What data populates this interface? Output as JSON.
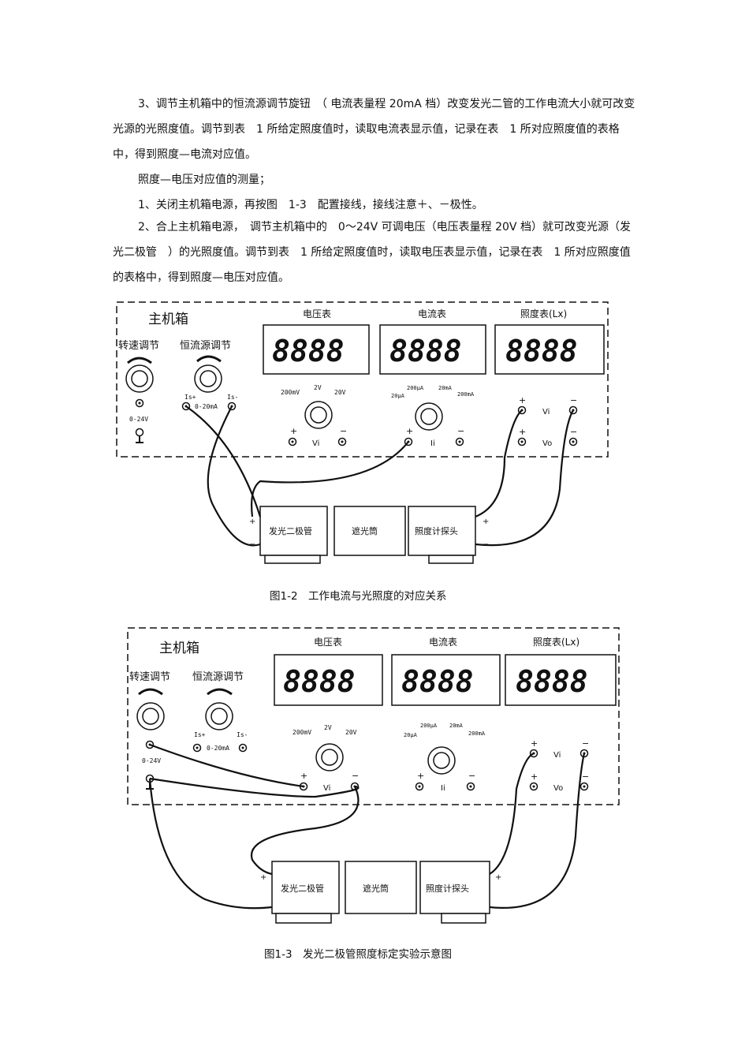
{
  "text": {
    "para1": "3、调节主机箱中的恒流源调节旋钮　（ 电流表量程 20mA 档）改变发光二管的工作电流大小就可改变光源的光照度值。调节到表　1 所给定照度值时，读取电流表显示值，记录在表　1 所对应照度值的表格中，得到照度—电流对应值。",
    "para2": "照度—电压对应值的测量；",
    "para3": "1、关闭主机箱电源，再按图　1-3　配置接线，接线注意＋、－极性。",
    "para4": "2、合上主机箱电源，　调节主机箱中的　0～24V 可调电压（电压表量程 20V 档）就可改变光源（发光二极管　）的光照度值。调节到表　1 所给定照度值时，读取电压表显示值，记录在表　1 所对应照度值的表格中，得到照度—电压对应值。"
  },
  "figure1": {
    "caption": "图1-2　工作电流与光照度的对应关系",
    "box_title": "主机箱",
    "knob1_label": "转速调节",
    "knob2_label": "恒流源调节",
    "meter_voltage": "电压表",
    "meter_current": "电流表",
    "meter_lux": "照度表(Lx)",
    "display_digits": "8888",
    "v_range_200mv": "200mV",
    "v_range_2v": "2V",
    "v_range_20v": "20V",
    "i_range_200ua": "200μA",
    "i_range_20ma": "20mA",
    "i_range_20ua": "20μA",
    "i_range_200ma": "200mA",
    "label_vi": "Vi",
    "label_ii": "Ii",
    "label_vo": "Vo",
    "label_024v": "0-24V",
    "label_is_plus": "Is+",
    "label_is_minus": "Is-",
    "label_0_20ma": "0-20mA",
    "plus": "+",
    "minus": "−",
    "box_led": "发光二极管",
    "box_tube": "遮光筒",
    "box_probe": "照度计探头"
  },
  "figure2": {
    "caption": "图1-3　发光二极管照度标定实验示意图"
  },
  "colors": {
    "ink": "#111111",
    "paper": "#ffffff"
  }
}
